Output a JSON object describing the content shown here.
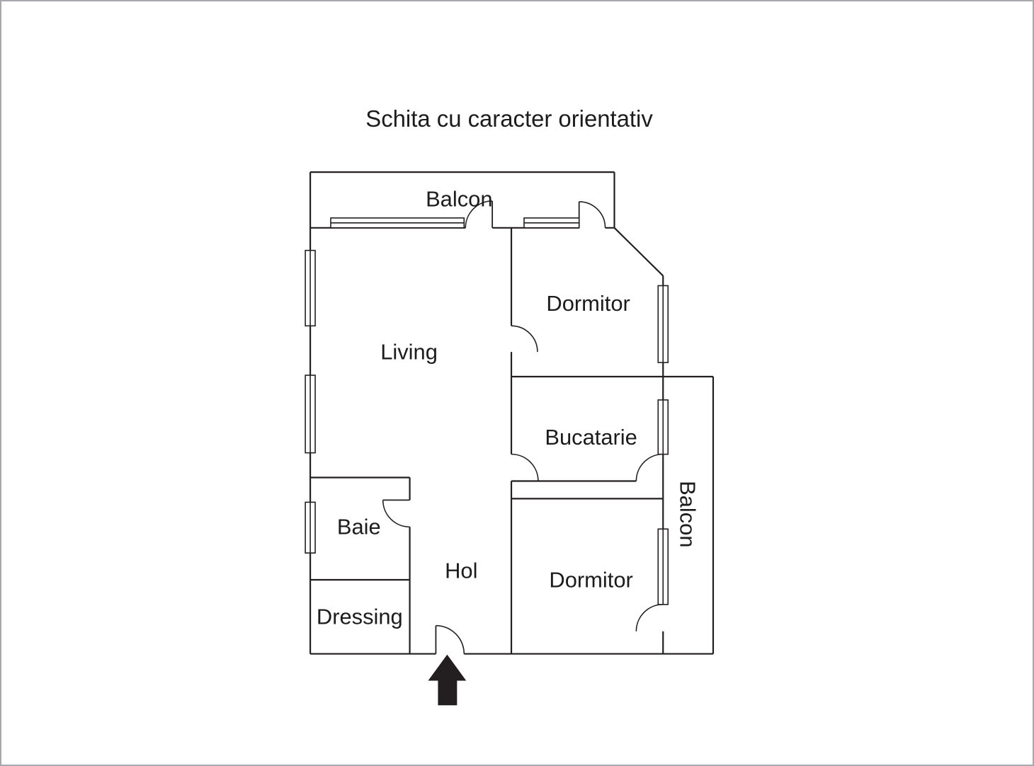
{
  "title": "Schita cu caracter orientativ",
  "rooms": {
    "balcon_top": "Balcon",
    "living": "Living",
    "dormitor_top": "Dormitor",
    "bucatarie": "Bucatarie",
    "balcon_right": "Balcon",
    "baie": "Baie",
    "hol": "Hol",
    "dormitor_bottom": "Dormitor",
    "dressing": "Dressing"
  },
  "icons": {
    "entrance_arrow": "up-arrow"
  },
  "colors": {
    "line": "#231f20",
    "background": "#ffffff",
    "canvas_border": "#a7a9ac"
  }
}
